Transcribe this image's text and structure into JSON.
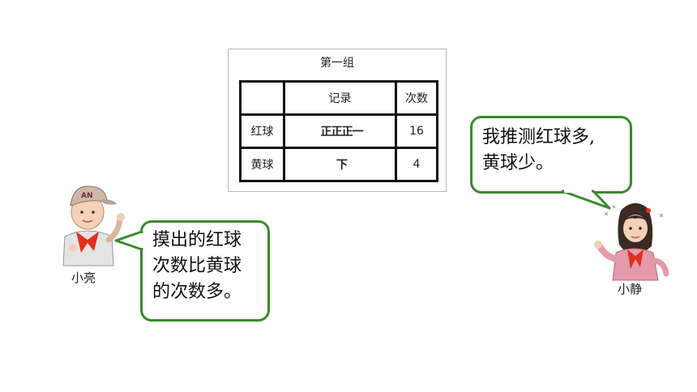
{
  "card": {
    "title": "第一组",
    "headers": [
      "",
      "记录",
      "次数"
    ],
    "rows": [
      {
        "label": "红球",
        "tally": "正正正一",
        "count": "16"
      },
      {
        "label": "黄球",
        "tally": "下",
        "count": "4"
      }
    ]
  },
  "bubbles": {
    "xiaoliang": [
      "摸出的红球",
      "次数比黄球",
      "的次数多。"
    ],
    "xiaojing": [
      "我推测红球多,",
      "黄球少。"
    ]
  },
  "characters": {
    "boy_name": "小亮",
    "girl_name": "小静",
    "boy_hat_text": "AN"
  },
  "colors": {
    "bubble_border": "#3b8a2d",
    "scarf": "#e0301e",
    "table_border": "#111111"
  }
}
